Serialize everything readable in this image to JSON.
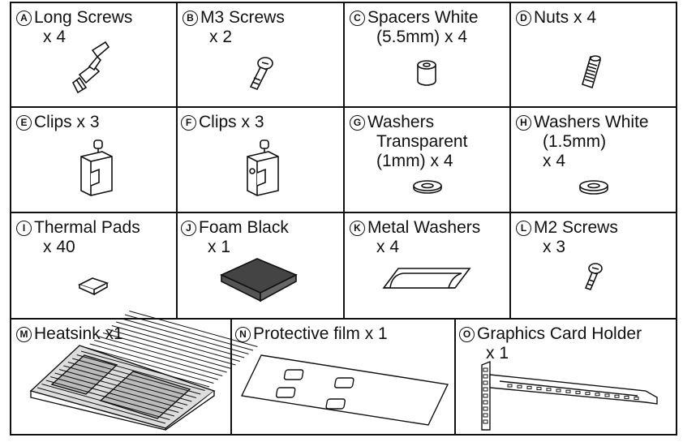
{
  "parts": [
    {
      "letter": "A",
      "lines": [
        "Long Screws",
        "x 4"
      ]
    },
    {
      "letter": "B",
      "lines": [
        "M3 Screws",
        "x 2"
      ]
    },
    {
      "letter": "C",
      "lines": [
        "Spacers White",
        "(5.5mm) x 4"
      ]
    },
    {
      "letter": "D",
      "lines": [
        "Nuts x 4"
      ]
    },
    {
      "letter": "E",
      "lines": [
        "Clips x 3"
      ]
    },
    {
      "letter": "F",
      "lines": [
        "Clips x 3"
      ]
    },
    {
      "letter": "G",
      "lines": [
        "Washers",
        "Transparent",
        "(1mm) x 4"
      ]
    },
    {
      "letter": "H",
      "lines": [
        "Washers White",
        "(1.5mm)",
        "x 4"
      ]
    },
    {
      "letter": "I",
      "lines": [
        "Thermal Pads",
        "x 40"
      ]
    },
    {
      "letter": "J",
      "lines": [
        "Foam Black",
        "x 1"
      ]
    },
    {
      "letter": "K",
      "lines": [
        "Metal Washers",
        "x 4"
      ]
    },
    {
      "letter": "L",
      "lines": [
        "M2 Screws",
        "x 3"
      ]
    },
    {
      "letter": "M",
      "lines": [
        "Heatsink x1"
      ]
    },
    {
      "letter": "N",
      "lines": [
        "Protective film x 1"
      ]
    },
    {
      "letter": "O",
      "lines": [
        "Graphics Card Holder",
        "x 1"
      ]
    }
  ]
}
